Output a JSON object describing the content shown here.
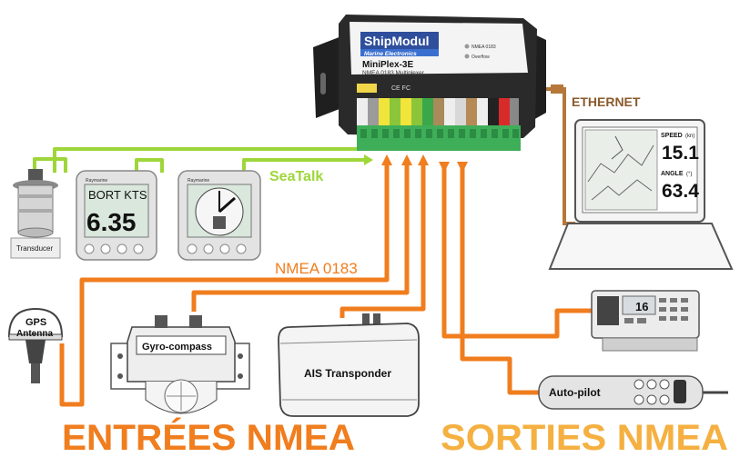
{
  "multiplexer": {
    "brand": "ShipModul",
    "subbrand": "Marine Electronics",
    "model": "MiniPlex-3E",
    "description": "NMEA 0183 Multiplexer",
    "led1": "NMEA 0183",
    "led2": "Overflow",
    "ce_fcc": "CE FC"
  },
  "labels": {
    "ethernet": "ETHERNET",
    "seatalk": "SeaTalk",
    "nmea0183": "NMEA 0183",
    "inputs_title": "ENTRÉES NMEA",
    "outputs_title": "SORTIES NMEA"
  },
  "devices": {
    "transducer": "Transducer",
    "gps": "GPS\nAntenna",
    "gps_line1": "GPS",
    "gps_line2": "Antenna",
    "gyro": "Gyro-compass",
    "ais": "AIS Transponder",
    "autopilot": "Auto-pilot",
    "instrument_brand": "Raymarine"
  },
  "speed_display": {
    "label": "BORT KTS",
    "value": "6.35"
  },
  "laptop": {
    "speed_label": "SPEED",
    "speed_unit": "(kn)",
    "speed_value": "15.1",
    "angle_label": "ANGLE",
    "angle_unit": "(°)",
    "angle_value": "63.4"
  },
  "radio": {
    "channel": "16"
  },
  "colors": {
    "orange": "#f07d1e",
    "green": "#9ed63a",
    "brown": "#b5773a",
    "dark": "#222222"
  }
}
